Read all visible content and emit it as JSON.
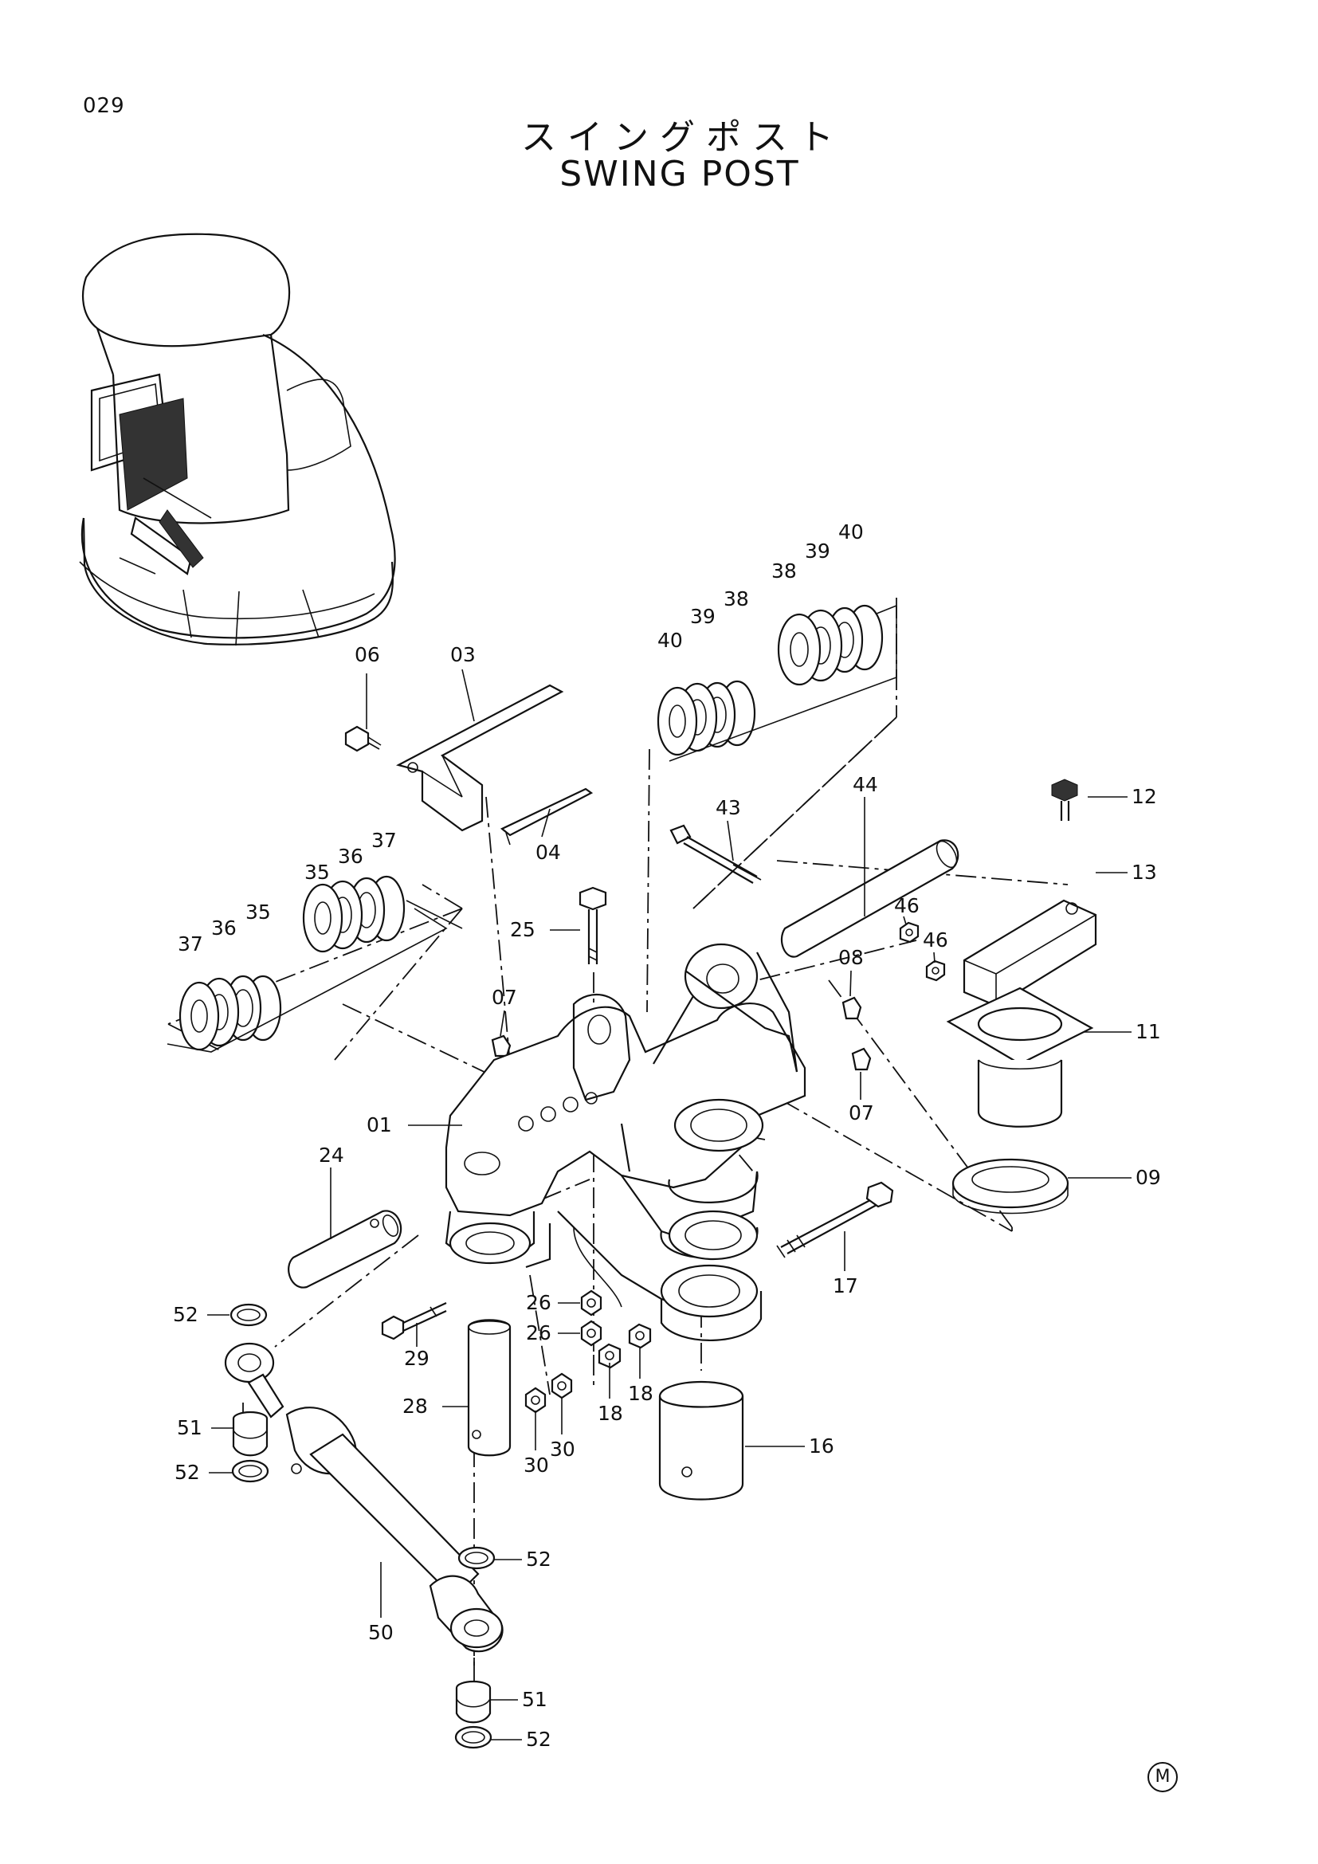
{
  "page_number": "029",
  "title_jp": "スイングポスト",
  "title_en": "SWING POST",
  "mark": "M",
  "callouts": {
    "01": "01",
    "03": "03",
    "04": "04",
    "06": "06",
    "07a": "07",
    "07b": "07",
    "08": "08",
    "09": "09",
    "11": "11",
    "12": "12",
    "13": "13",
    "16": "16",
    "17": "17",
    "18a": "18",
    "18b": "18",
    "24": "24",
    "25": "25",
    "26a": "26",
    "26b": "26",
    "28": "28",
    "29": "29",
    "30a": "30",
    "30b": "30",
    "35a": "35",
    "36a": "36",
    "37a": "37",
    "35b": "35",
    "36b": "36",
    "37b": "37",
    "38a": "38",
    "39a": "39",
    "40a": "40",
    "38b": "38",
    "39b": "39",
    "40b": "40",
    "43": "43",
    "44": "44",
    "46a": "46",
    "46b": "46",
    "50": "50",
    "51a": "51",
    "51b": "51",
    "52a": "52",
    "52b": "52",
    "52c": "52",
    "52d": "52"
  }
}
